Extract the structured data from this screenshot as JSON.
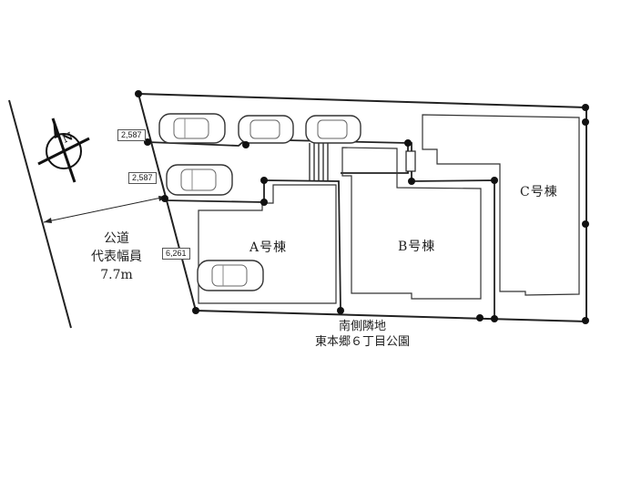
{
  "labels": {
    "building_a": "A号棟",
    "building_b": "B号棟",
    "building_c": "C号棟",
    "road_line1": "公道",
    "road_line2": "代表幅員",
    "road_line3": "7.7m",
    "south_line1": "南側隣地",
    "south_line2": "東本郷６丁目公園"
  },
  "dimensions": {
    "dim_top": "2,587",
    "dim_middle": "2,587",
    "dim_bottom": "6,261"
  },
  "compass": {
    "letter": "N"
  }
}
